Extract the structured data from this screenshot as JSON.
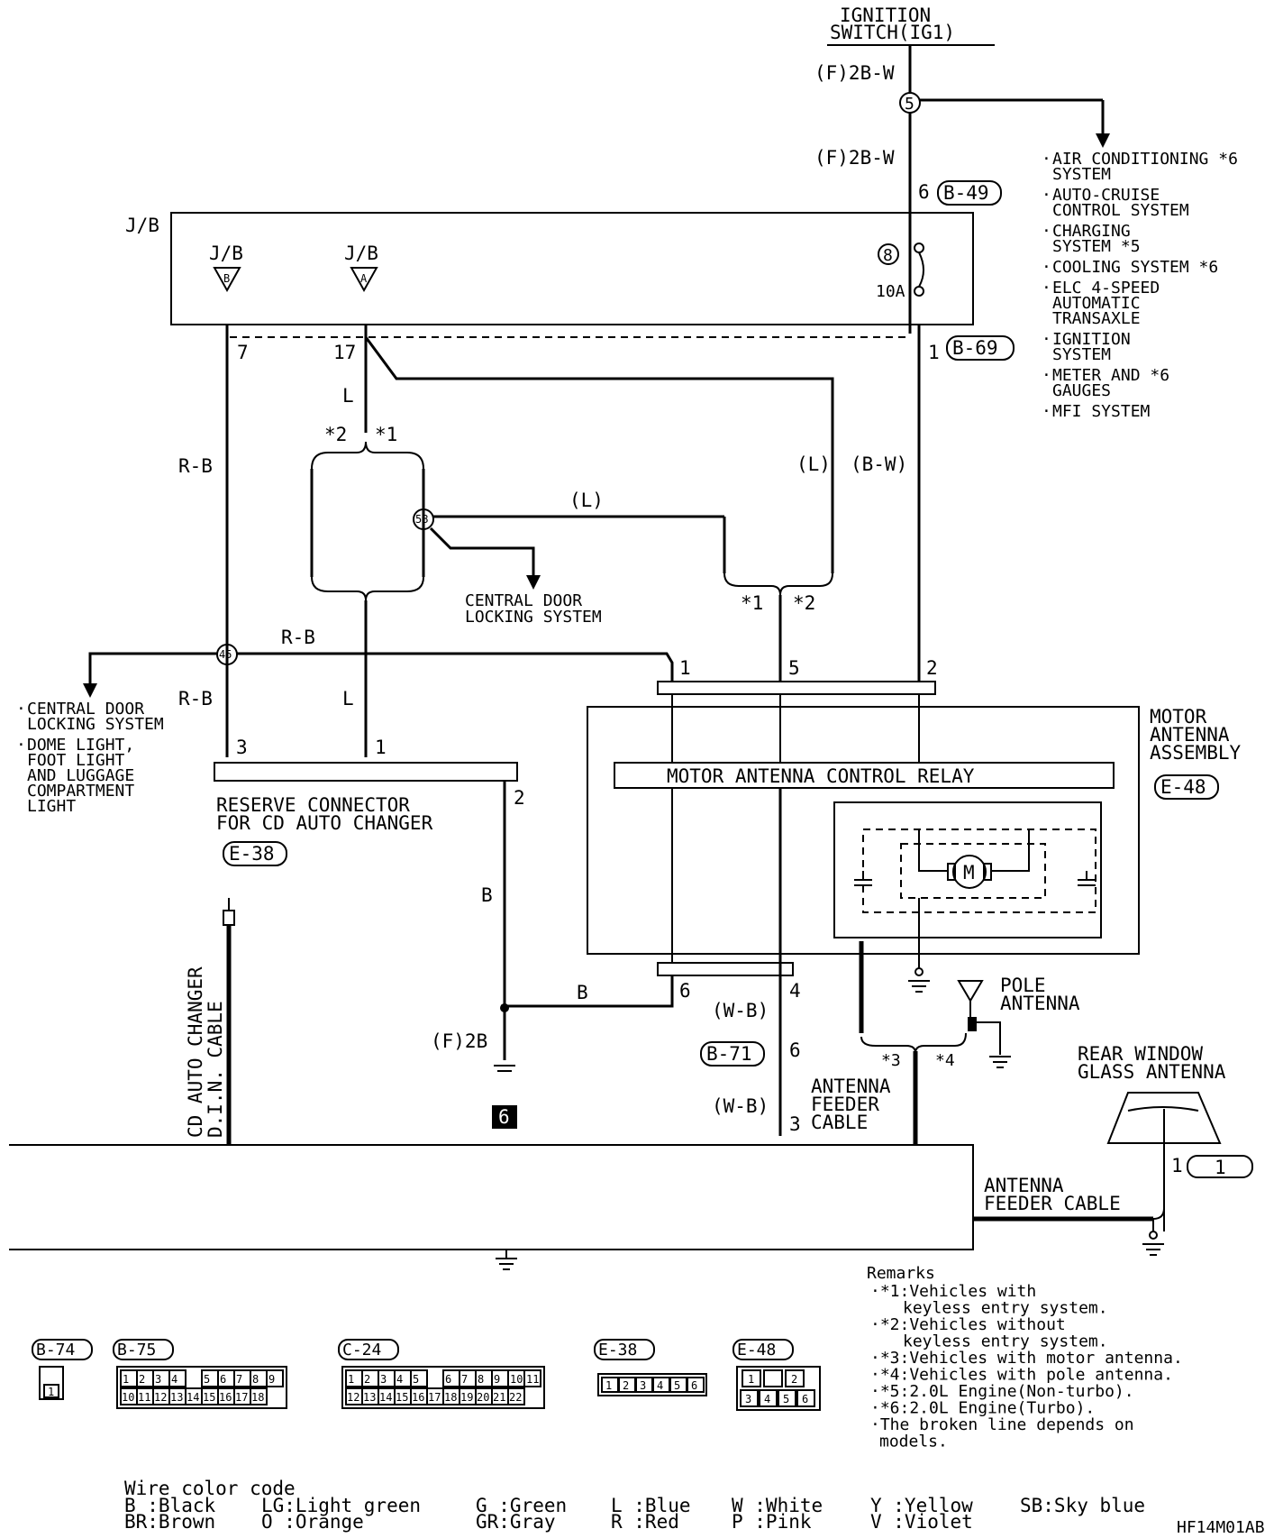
{
  "diagram": {
    "ignition": {
      "line1": "IGNITION",
      "line2": "SWITCH(IG1)"
    },
    "wire_f_2bw_top": "(F)2B-W",
    "wire_f_2bw_2": "(F)2B-W",
    "splice5": "5",
    "splice8": "8",
    "splice58": "58",
    "splice45": "45",
    "fuse_rating": "10A",
    "jb_label": "J/B",
    "jb_b": {
      "label": "J/B",
      "letter": "B"
    },
    "jb_a": {
      "label": "J/B",
      "letter": "A"
    },
    "conn_b49": "B-49",
    "conn_b69": "B-69",
    "conn_b71": "B-71",
    "conn_e38": "E-38",
    "conn_e48": "E-48",
    "conn_1": "1",
    "pins": {
      "p6_b49": "6",
      "p1_b69": "1",
      "p7": "7",
      "p17": "17",
      "p1_relay": "1",
      "p5_relay": "5",
      "p2_relay": "2",
      "p3_res": "3",
      "p1_res": "1",
      "p2_res": "2",
      "p6_bot": "6",
      "p4_bot": "4",
      "p6_b71": "6",
      "p3_b71": "3",
      "p1_rear": "1"
    },
    "wires": {
      "rb1": "R-B",
      "rb2": "R-B",
      "rb3": "R-B",
      "l1": "L",
      "l2": "L",
      "l_paren1": "(L)",
      "l_paren2": "(L)",
      "bw": "(B-W)",
      "b1": "B",
      "b2": "B",
      "f2b": "(F)2B",
      "wb1": "(W-B)",
      "wb2": "(W-B)"
    },
    "marks": {
      "star2a": "*2",
      "star1a": "*1",
      "star1b": "*1",
      "star2b": "*2",
      "star3": "*3",
      "star4": "*4"
    },
    "systems_right": [
      [
        "AIR CONDITIONING *6",
        "SYSTEM"
      ],
      [
        "AUTO-CRUISE",
        "CONTROL SYSTEM"
      ],
      [
        "CHARGING",
        "SYSTEM *5"
      ],
      [
        "COOLING SYSTEM *6"
      ],
      [
        "ELC 4-SPEED",
        "AUTOMATIC",
        "TRANSAXLE"
      ],
      [
        "IGNITION",
        "SYSTEM"
      ],
      [
        "METER AND *6",
        "GAUGES"
      ],
      [
        "MFI SYSTEM"
      ]
    ],
    "central_door": [
      "CENTRAL DOOR",
      "LOCKING SYSTEM"
    ],
    "systems_left": [
      [
        "CENTRAL DOOR",
        "LOCKING SYSTEM"
      ],
      [
        "DOME LIGHT,",
        "FOOT LIGHT",
        "AND LUGGAGE",
        "COMPARTMENT",
        "LIGHT"
      ]
    ],
    "reserve_connector": [
      "RESERVE CONNECTOR",
      "FOR CD AUTO CHANGER"
    ],
    "motor_antenna_assembly": [
      "MOTOR",
      "ANTENNA",
      "ASSEMBLY"
    ],
    "relay_label": "MOTOR ANTENNA CONTROL RELAY",
    "motor_symbol": "M",
    "pole_antenna": [
      "POLE",
      "ANTENNA"
    ],
    "antenna_feeder_cable_1": [
      "ANTENNA",
      "FEEDER",
      "CABLE"
    ],
    "antenna_feeder_cable_2": [
      "ANTENNA",
      "FEEDER CABLE"
    ],
    "rear_window": [
      "REAR WINDOW",
      "GLASS ANTENNA"
    ],
    "cd_cable": [
      "CD AUTO CHANGER",
      "D.I.N. CABLE"
    ],
    "ground6": "6",
    "remarks_title": "Remarks",
    "remarks": [
      "*1:Vehicles with",
      "keyless entry system.",
      "*2:Vehicles without",
      "keyless entry system.",
      "*3:Vehicles with motor antenna.",
      "*4:Vehicles with pole antenna.",
      "*5:2.0L Engine(Non-turbo).",
      "*6:2.0L Engine(Turbo).",
      "The broken line depends on",
      "models."
    ],
    "connector_views": [
      {
        "id": "B-74",
        "pins": [
          "1"
        ]
      },
      {
        "id": "B-75",
        "pins": [
          "1",
          "2",
          "3",
          "4",
          "5",
          "6",
          "7",
          "8",
          "9",
          "10",
          "11",
          "12",
          "13",
          "14",
          "15",
          "16",
          "17",
          "18"
        ]
      },
      {
        "id": "C-24",
        "pins": [
          "1",
          "2",
          "3",
          "4",
          "5",
          "6",
          "7",
          "8",
          "9",
          "10",
          "11",
          "12",
          "13",
          "14",
          "15",
          "16",
          "17",
          "18",
          "19",
          "20",
          "21",
          "22"
        ]
      },
      {
        "id": "E-38",
        "pins": [
          "1",
          "2",
          "3",
          "4",
          "5",
          "6"
        ]
      },
      {
        "id": "E-48",
        "pins": [
          "1",
          "2",
          "3",
          "4",
          "5",
          "6"
        ]
      }
    ],
    "color_code_title": "Wire color code",
    "color_code_row1": [
      "B :Black",
      "LG:Light green",
      "G :Green",
      "L :Blue",
      "W :White",
      "Y :Yellow",
      "SB:Sky blue"
    ],
    "color_code_row2": [
      "BR:Brown",
      "O :Orange",
      "GR:Gray",
      "R :Red",
      "P :Pink",
      "V :Violet"
    ],
    "figure_code": "HF14M01AB"
  }
}
